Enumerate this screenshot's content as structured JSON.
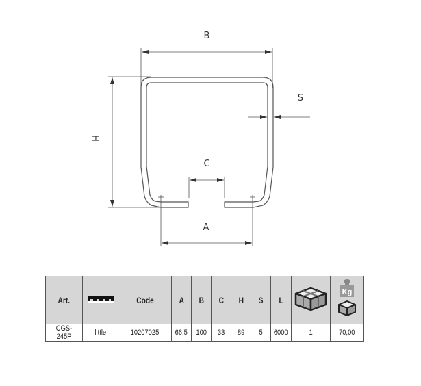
{
  "drawing": {
    "dimension_labels": {
      "A": "A",
      "B": "B",
      "C": "C",
      "H": "H",
      "S": "S"
    }
  },
  "table": {
    "headers": {
      "art": "Art.",
      "profile_icon": "rail-profile-icon",
      "code": "Code",
      "a": "A",
      "b": "B",
      "c": "C",
      "h": "H",
      "s": "S",
      "l": "L",
      "package_icon": "package-box-icon",
      "weight_icon": "weight-kg-icon",
      "weight_label": "Kg"
    },
    "rows": [
      {
        "art": "CGS-245P",
        "profile": "little",
        "code": "10207025",
        "a": "66,5",
        "b": "100",
        "c": "33",
        "h": "89",
        "s": "5",
        "l": "6000",
        "package": "1",
        "weight": "70,00"
      }
    ]
  },
  "colors": {
    "header_bg": "#d6d6d6",
    "border": "#555555",
    "line": "#555555"
  }
}
